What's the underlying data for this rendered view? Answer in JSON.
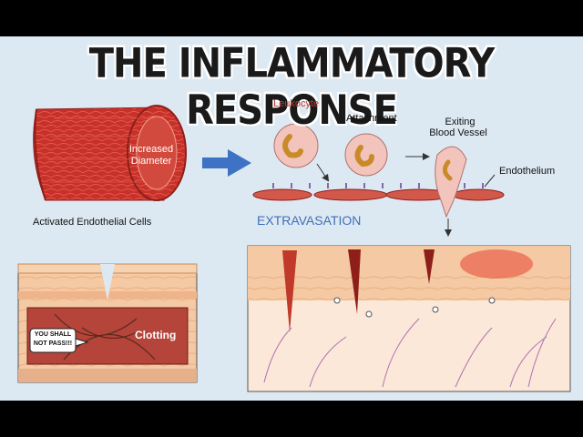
{
  "title": "THE INFLAMMATORY RESPONSE",
  "labels": {
    "increased_diameter_1": "Increased",
    "increased_diameter_2": "Diameter",
    "activated_cells": "Activated Endothelial Cells",
    "leukocyte": "Leukocyte",
    "attachment": "Attachment",
    "exiting_1": "Exiting",
    "exiting_2": "Blood Vessel",
    "endothelium": "Endothelium",
    "extravasation": "EXTRAVASATION",
    "clotting": "Clotting",
    "speech_1": "YOU SHALL",
    "speech_2": "NOT PASS!!!"
  },
  "colors": {
    "vessel_red": "#c8302a",
    "cell_pink": "#f2c4bc",
    "arrow_blue": "#3d72c4",
    "extravasation_blue": "#3f6fb7",
    "leukocyte_red": "#c0392b",
    "tissue_peach": "#f4c9a3",
    "background": "#dde9f2"
  }
}
